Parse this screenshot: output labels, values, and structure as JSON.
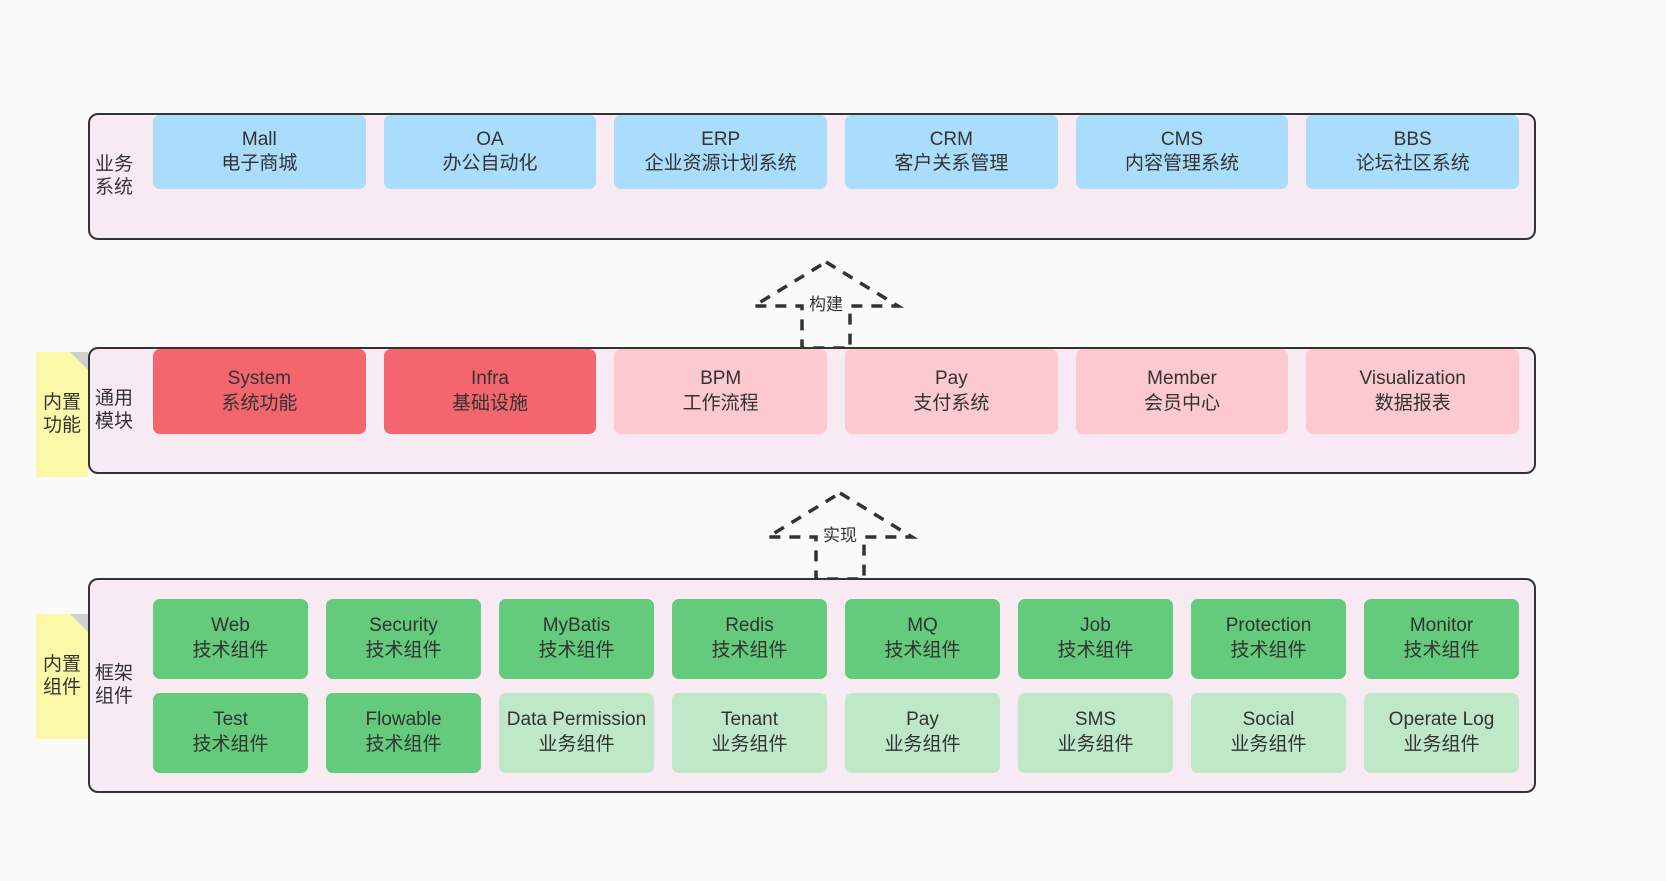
{
  "diagram": {
    "title": "System architecture layers",
    "background_color": "#fafafa",
    "layer_fill": "#f7eaf3",
    "layer_border": "#333333"
  },
  "notes": [
    {
      "id": "builtin-features",
      "text": "内置功能"
    },
    {
      "id": "builtin-components",
      "text": "内置组件"
    }
  ],
  "connectors": [
    {
      "id": "build",
      "label": "构建",
      "style": "dashed-hollow-arrow-up"
    },
    {
      "id": "implement",
      "label": "实现",
      "style": "dashed-hollow-arrow-up"
    }
  ],
  "layers": [
    {
      "id": "business-systems",
      "title": "业务系统",
      "color": "#aadcfb",
      "cards": [
        {
          "en": "Mall",
          "cn": "电子商城"
        },
        {
          "en": "OA",
          "cn": "办公自动化"
        },
        {
          "en": "ERP",
          "cn": "企业资源计划系统"
        },
        {
          "en": "CRM",
          "cn": "客户关系管理"
        },
        {
          "en": "CMS",
          "cn": "内容管理系统"
        },
        {
          "en": "BBS",
          "cn": "论坛社区系统"
        }
      ]
    },
    {
      "id": "common-modules",
      "title": "通用模块",
      "colors": {
        "primary": "#f4666e",
        "secondary": "#fbc9cf"
      },
      "cards": [
        {
          "en": "System",
          "cn": "系统功能",
          "tone": "red"
        },
        {
          "en": "Infra",
          "cn": "基础设施",
          "tone": "red"
        },
        {
          "en": "BPM",
          "cn": "工作流程",
          "tone": "pink"
        },
        {
          "en": "Pay",
          "cn": "支付系统",
          "tone": "pink"
        },
        {
          "en": "Member",
          "cn": "会员中心",
          "tone": "pink"
        },
        {
          "en": "Visualization",
          "cn": "数据报表",
          "tone": "pink"
        }
      ]
    },
    {
      "id": "framework-components",
      "title": "框架组件",
      "colors": {
        "primary": "#63cb7b",
        "secondary": "#bfe8c9"
      },
      "rows": [
        [
          {
            "en": "Web",
            "cn": "技术组件",
            "tone": "green"
          },
          {
            "en": "Security",
            "cn": "技术组件",
            "tone": "green"
          },
          {
            "en": "MyBatis",
            "cn": "技术组件",
            "tone": "green"
          },
          {
            "en": "Redis",
            "cn": "技术组件",
            "tone": "green"
          },
          {
            "en": "MQ",
            "cn": "技术组件",
            "tone": "green"
          },
          {
            "en": "Job",
            "cn": "技术组件",
            "tone": "green"
          },
          {
            "en": "Protection",
            "cn": "技术组件",
            "tone": "green"
          },
          {
            "en": "Monitor",
            "cn": "技术组件",
            "tone": "green"
          }
        ],
        [
          {
            "en": "Test",
            "cn": "技术组件",
            "tone": "green"
          },
          {
            "en": "Flowable",
            "cn": "技术组件",
            "tone": "green"
          },
          {
            "en": "Data Permission",
            "cn": "业务组件",
            "tone": "lightgreen"
          },
          {
            "en": "Tenant",
            "cn": "业务组件",
            "tone": "lightgreen"
          },
          {
            "en": "Pay",
            "cn": "业务组件",
            "tone": "lightgreen"
          },
          {
            "en": "SMS",
            "cn": "业务组件",
            "tone": "lightgreen"
          },
          {
            "en": "Social",
            "cn": "业务组件",
            "tone": "lightgreen"
          },
          {
            "en": "Operate Log",
            "cn": "业务组件",
            "tone": "lightgreen"
          }
        ]
      ]
    }
  ]
}
